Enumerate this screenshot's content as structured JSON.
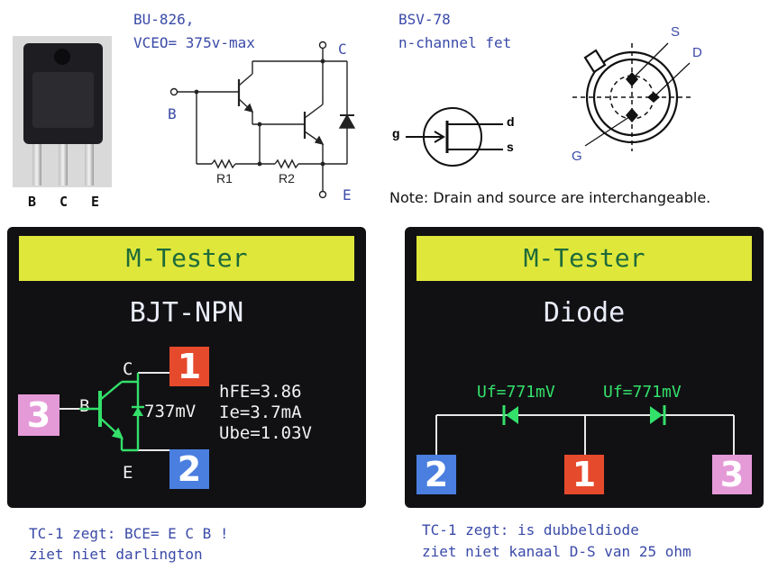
{
  "top_left": {
    "part_title": "BU-826,",
    "part_spec": "VCEO= 375v-max",
    "pins": [
      "B",
      "C",
      "E"
    ],
    "schematic": {
      "b_label": "B",
      "c_label": "C",
      "e_label": "E",
      "r1": "R1",
      "r2": "R2"
    }
  },
  "top_right": {
    "part_title": "BSV-78",
    "part_desc": "n-channel fet",
    "symbol_labels": {
      "g": "g",
      "d": "d",
      "s": "s"
    },
    "package_labels": {
      "s": "S",
      "d": "D",
      "g": "G"
    },
    "note": "Note: Drain and source are interchangeable."
  },
  "screen_left": {
    "header": "M-Tester",
    "mode": "BJT-NPN",
    "pin_top": "1",
    "pin_bottom": "2",
    "pin_left": "3",
    "label_c": "C",
    "label_b": "B",
    "label_e": "E",
    "diode_v": "737mV",
    "readings": [
      "hFE=3.86",
      "Ie=3.7mA",
      "Ube=1.03V"
    ]
  },
  "screen_right": {
    "header": "M-Tester",
    "mode": "Diode",
    "uf_left": "Uf=771mV",
    "uf_right": "Uf=771mV",
    "pin_left": "2",
    "pin_mid": "1",
    "pin_right": "3"
  },
  "captions": {
    "left_line1": "TC-1 zegt: BCE= E C B !",
    "left_line2": "ziet niet darlington",
    "right_line1": "TC-1 zegt: is dubbeldiode",
    "right_line2": "ziet niet kanaal D-S van 25 ohm"
  },
  "colors": {
    "caption_blue": "#3a4aa8",
    "lcd_yellow": "#dfe83a",
    "lcd_green": "#33e06a",
    "pin1_red": "#e64a2c",
    "pin2_blue": "#4a7fe0",
    "pin3_pink": "#e59ad8"
  }
}
